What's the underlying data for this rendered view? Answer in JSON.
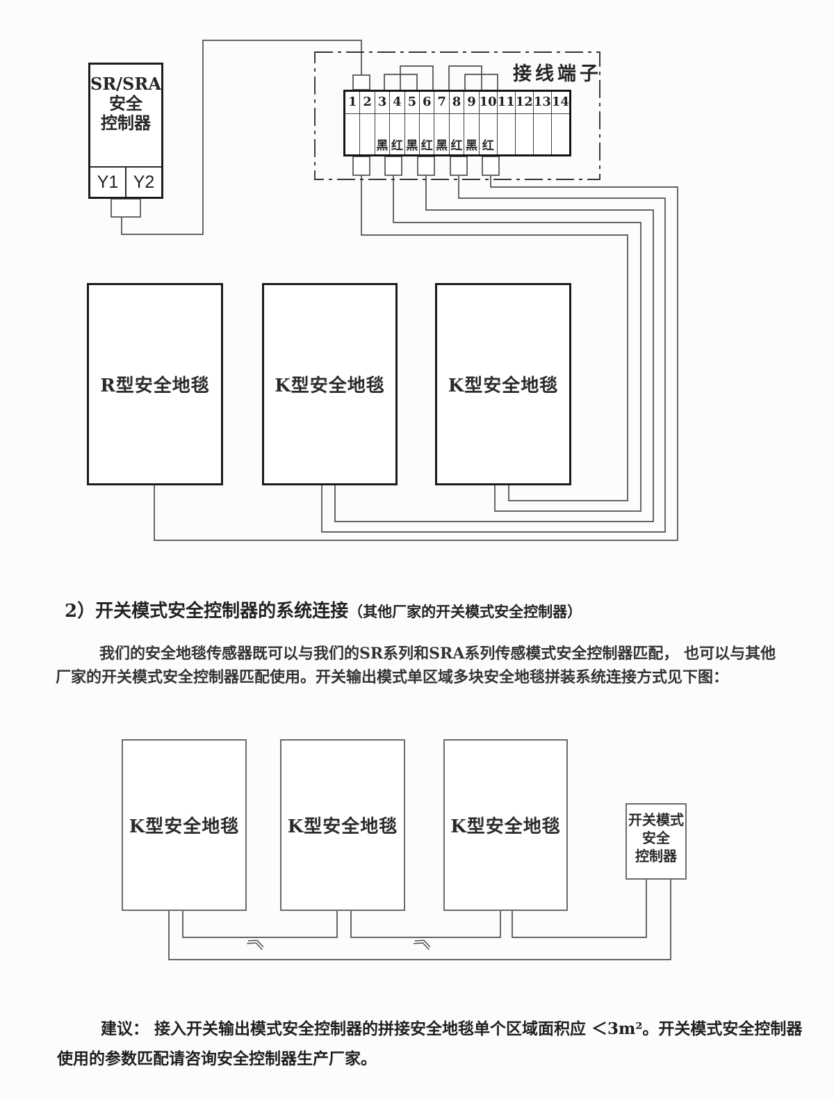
{
  "diagram1": {
    "controller": {
      "title_lines": [
        "SR/SRA",
        "安全",
        "控制器"
      ],
      "outputs": [
        "Y1",
        "Y2"
      ]
    },
    "terminal_block": {
      "label": "接线端子",
      "terminals": [
        {
          "num": "1",
          "wire": ""
        },
        {
          "num": "2",
          "wire": ""
        },
        {
          "num": "3",
          "wire": "黑"
        },
        {
          "num": "4",
          "wire": "红"
        },
        {
          "num": "5",
          "wire": "黑"
        },
        {
          "num": "6",
          "wire": "红"
        },
        {
          "num": "7",
          "wire": "黑"
        },
        {
          "num": "8",
          "wire": "红"
        },
        {
          "num": "9",
          "wire": "黑"
        },
        {
          "num": "10",
          "wire": "红"
        },
        {
          "num": "11",
          "wire": ""
        },
        {
          "num": "12",
          "wire": ""
        },
        {
          "num": "13",
          "wire": ""
        },
        {
          "num": "14",
          "wire": ""
        }
      ]
    },
    "mats": [
      {
        "label": "R型安全地毯"
      },
      {
        "label": "K型安全地毯"
      },
      {
        "label": "K型安全地毯"
      }
    ]
  },
  "section": {
    "heading_main": "2）开关模式安全控制器的系统连接",
    "heading_paren": "（其他厂家的开关模式安全控制器）",
    "para_line1": "我们的安全地毯传感器既可以与我们的SR系列和SRA系列传感模式安全控制器匹配， 也可以与其他",
    "para_line2": "厂家的开关模式安全控制器匹配使用。开关输出模式单区域多块安全地毯拼装系统连接方式见下图："
  },
  "diagram2": {
    "mats": [
      {
        "label": "K型安全地毯"
      },
      {
        "label": "K型安全地毯"
      },
      {
        "label": "K型安全地毯"
      }
    ],
    "controller_lines": [
      "开关模式",
      "安全",
      "控制器"
    ],
    "connector_symbol": "》"
  },
  "note": {
    "line1": "建议： 接入开关输出模式安全控制器的拼接安全地毯单个区域面积应 ＜3m²。开关模式安全控制器",
    "line2": "使用的参数匹配请咨询安全控制器生产厂家。"
  },
  "colors": {
    "wire": "#4d4d4d",
    "bold_border": "#1b1b1b",
    "background": "#fcfcfb"
  }
}
